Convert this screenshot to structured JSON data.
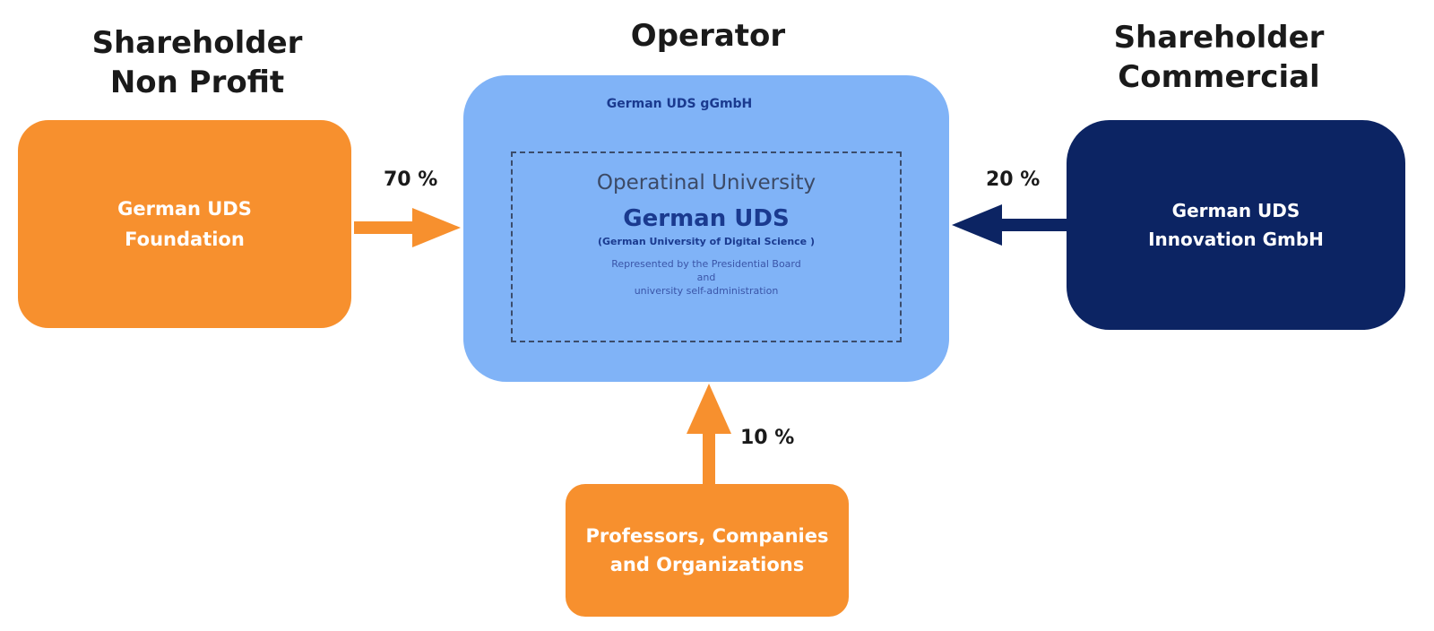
{
  "headings": {
    "non_profit_line1": "Shareholder",
    "non_profit_line2": "Non Profit",
    "operator": "Operator",
    "commercial_line1": "Shareholder",
    "commercial_line2": "Commercial"
  },
  "foundation": {
    "line1": "German UDS",
    "line2": "Foundation"
  },
  "operator_box": {
    "company": "German UDS gGmbH",
    "university_type": "Operatinal University",
    "name": "German UDS",
    "full_name": "(German University of Digital Science )",
    "rep_line1": "Represented by the Presidential Board",
    "rep_line2": "and",
    "rep_line3": "university self-administration"
  },
  "innovation": {
    "line1": "German UDS",
    "line2": "Innovation GmbH"
  },
  "partners": {
    "line1": "Professors, Companies",
    "line2": "and Organizations"
  },
  "shares": {
    "foundation": "70 %",
    "innovation": "20 %",
    "partners": "10 %"
  },
  "colors": {
    "orange": "#f7902e",
    "operator_blue": "#80b3f7",
    "navy": "#0c2463",
    "dark_text": "#1a3a8f"
  }
}
